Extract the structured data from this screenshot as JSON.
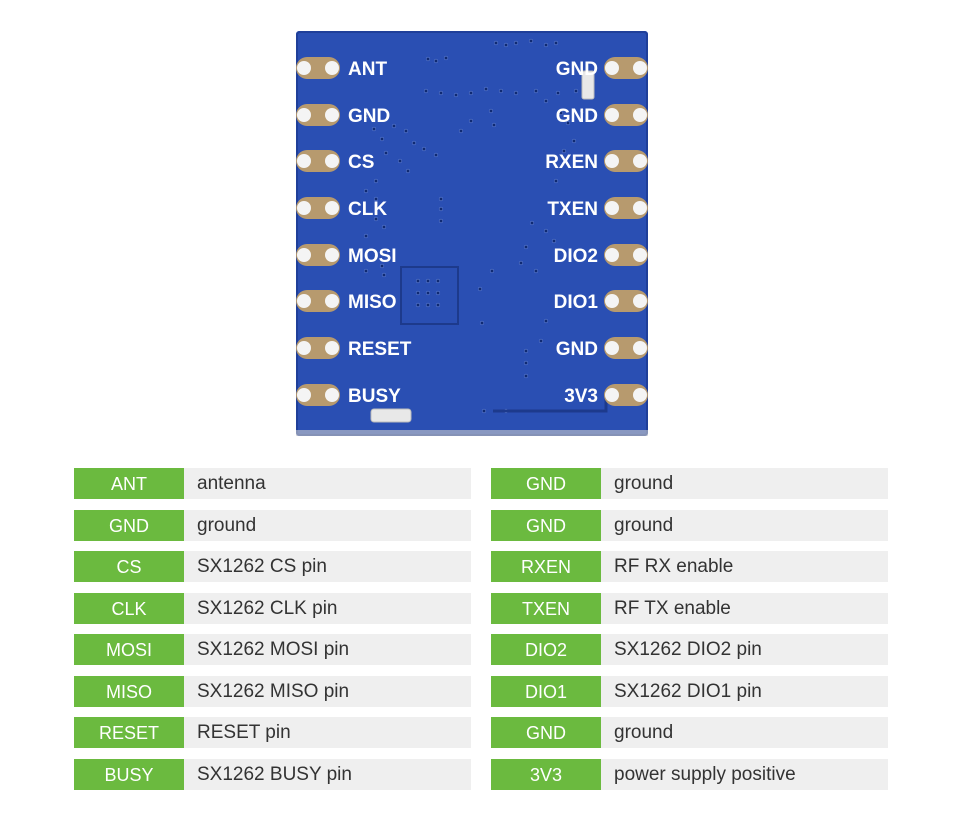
{
  "colors": {
    "board": "#2a4fb3",
    "board_edge": "#1f3f99",
    "pad_gold": "#b79a6e",
    "pad_hole": "#f4f4f4",
    "label_green": "#6bba3f",
    "desc_bg": "#efefef"
  },
  "board": {
    "left_pins": [
      "ANT",
      "GND",
      "CS",
      "CLK",
      "MOSI",
      "MISO",
      "RESET",
      "BUSY"
    ],
    "right_pins": [
      "GND",
      "GND",
      "RXEN",
      "TXEN",
      "DIO2",
      "DIO1",
      "GND",
      "3V3"
    ]
  },
  "pin_table_left": [
    {
      "pin": "ANT",
      "description": "antenna"
    },
    {
      "pin": "GND",
      "description": "ground"
    },
    {
      "pin": "CS",
      "description": "SX1262 CS pin"
    },
    {
      "pin": "CLK",
      "description": "SX1262 CLK pin"
    },
    {
      "pin": "MOSI",
      "description": "SX1262 MOSI pin"
    },
    {
      "pin": "MISO",
      "description": "SX1262 MISO pin"
    },
    {
      "pin": "RESET",
      "description": "RESET pin"
    },
    {
      "pin": "BUSY",
      "description": "SX1262 BUSY pin"
    }
  ],
  "pin_table_right": [
    {
      "pin": "GND",
      "description": "ground"
    },
    {
      "pin": "GND",
      "description": "ground"
    },
    {
      "pin": "RXEN",
      "description": "RF RX enable"
    },
    {
      "pin": "TXEN",
      "description": "RF TX enable"
    },
    {
      "pin": "DIO2",
      "description": "SX1262 DIO2 pin"
    },
    {
      "pin": "DIO1",
      "description": "SX1262 DIO1 pin"
    },
    {
      "pin": "GND",
      "description": "ground"
    },
    {
      "pin": "3V3",
      "description": "power supply positive"
    }
  ]
}
